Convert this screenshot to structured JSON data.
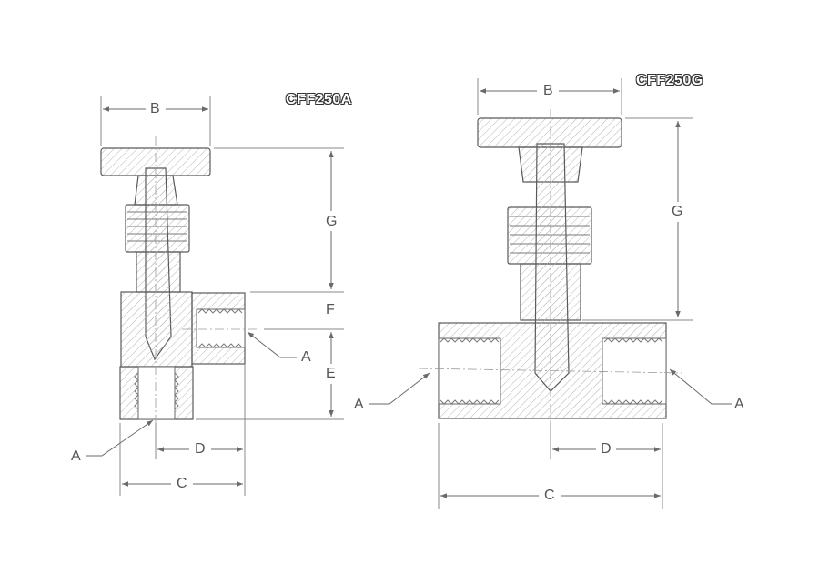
{
  "left_view": {
    "model": "CFF250A",
    "dims": {
      "B": "B",
      "G": "G",
      "F": "F",
      "E": "E",
      "D": "D",
      "C": "C",
      "A_side": "A",
      "A_bottom": "A"
    }
  },
  "right_view": {
    "model": "CFF250G",
    "dims": {
      "B": "B",
      "G": "G",
      "D": "D",
      "C": "C",
      "A_left": "A",
      "A_right": "A"
    }
  },
  "colors": {
    "line": "#6a6a6a",
    "hatch": "#b0b0b0",
    "background": "#ffffff"
  }
}
